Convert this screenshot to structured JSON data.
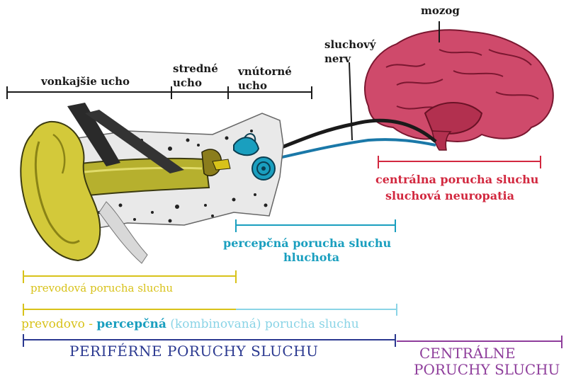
{
  "labels": {
    "brain": "mozog",
    "nerve_line1": "sluchový",
    "nerve_line2": "nerv",
    "outer_ear": "vonkajšie ucho",
    "middle_ear_line1": "stredné",
    "middle_ear_line2": "ucho",
    "inner_ear_line1": "vnútorné",
    "inner_ear_line2": "ucho",
    "central_line1": "centrálna porucha sluchu",
    "central_line2": "sluchová neuropatia",
    "sensorineural_line1": "percepčná porucha sluchu",
    "sensorineural_line2": "hluchota",
    "conductive": "prevodová porucha sluchu",
    "mixed_part1": "prevodovo - ",
    "mixed_part2": "percepčná",
    "mixed_part3": " (kombinovaná) porucha sluchu",
    "peripheral": "PERIFÉRNE PORUCHY SLUCHU",
    "central_disorders_line1": "CENTRÁLNE",
    "central_disorders_line2": "PORUCHY SLUCHU"
  },
  "colors": {
    "conductive": "#d8c21a",
    "sensorineural": "#1a9fbf",
    "central": "#d2283f",
    "peripheral": "#2b3990",
    "central_disorders": "#8e3d9b",
    "brain": "#c93a5e",
    "ear": "#cbc43a"
  }
}
